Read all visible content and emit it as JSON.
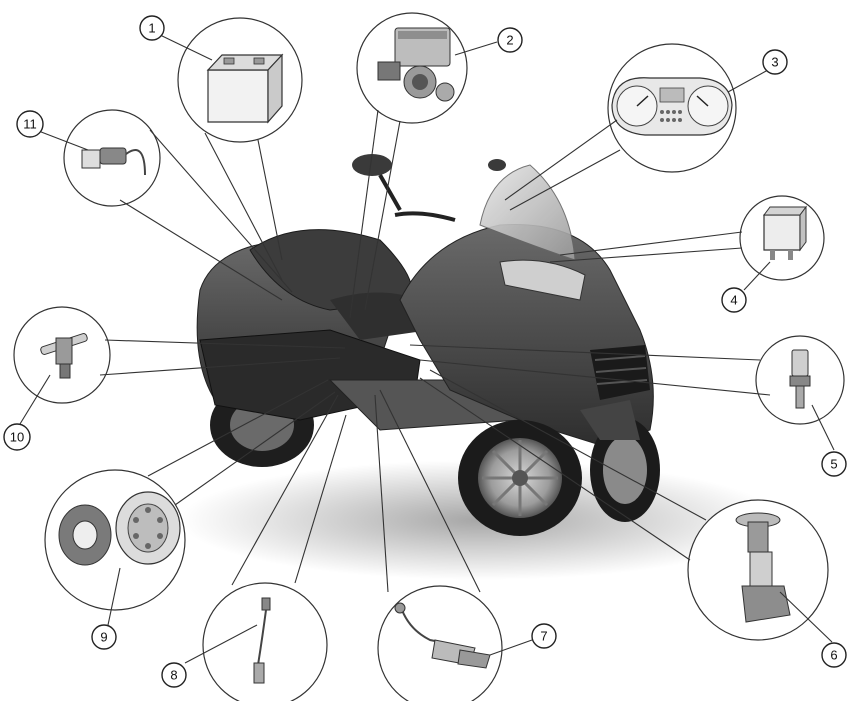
{
  "callouts": [
    {
      "id": "1",
      "label": "1"
    },
    {
      "id": "2",
      "label": "2"
    },
    {
      "id": "3",
      "label": "3"
    },
    {
      "id": "4",
      "label": "4"
    },
    {
      "id": "5",
      "label": "5"
    },
    {
      "id": "6",
      "label": "6"
    },
    {
      "id": "7",
      "label": "7"
    },
    {
      "id": "8",
      "label": "8"
    },
    {
      "id": "9",
      "label": "9"
    },
    {
      "id": "10",
      "label": "10"
    },
    {
      "id": "11",
      "label": "11"
    }
  ],
  "colors": {
    "body_dark": "#3a3a3a",
    "body_mid": "#5a5a5a",
    "chrome": "#b9b9b9",
    "line": "#333333"
  }
}
